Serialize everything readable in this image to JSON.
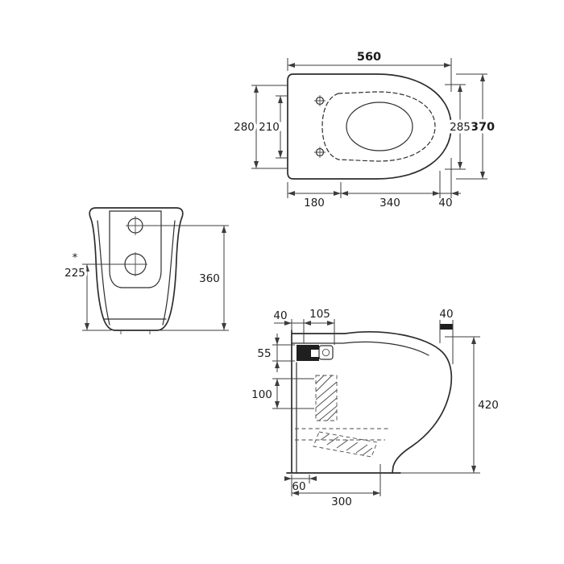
{
  "plan_view": {
    "dim_width_total": "560",
    "dim_depth_total": "370",
    "dim_depth_seat": "285",
    "dim_span_outer": "280",
    "dim_span_inner": "210",
    "dim_bottom_back": "180",
    "dim_bottom_seat": "340",
    "dim_bottom_front": "40"
  },
  "front_view": {
    "dim_inlet_height": "360",
    "dim_outlet_height": "225",
    "note_marker": "*"
  },
  "side_view": {
    "dim_back_offset": "40",
    "dim_inlet_offset": "105",
    "dim_front_offset": "40",
    "dim_inlet_size": "55",
    "dim_outlet_size": "100",
    "dim_total_height": "420",
    "dim_outlet_back": "60",
    "dim_outlet_reach": "300"
  }
}
